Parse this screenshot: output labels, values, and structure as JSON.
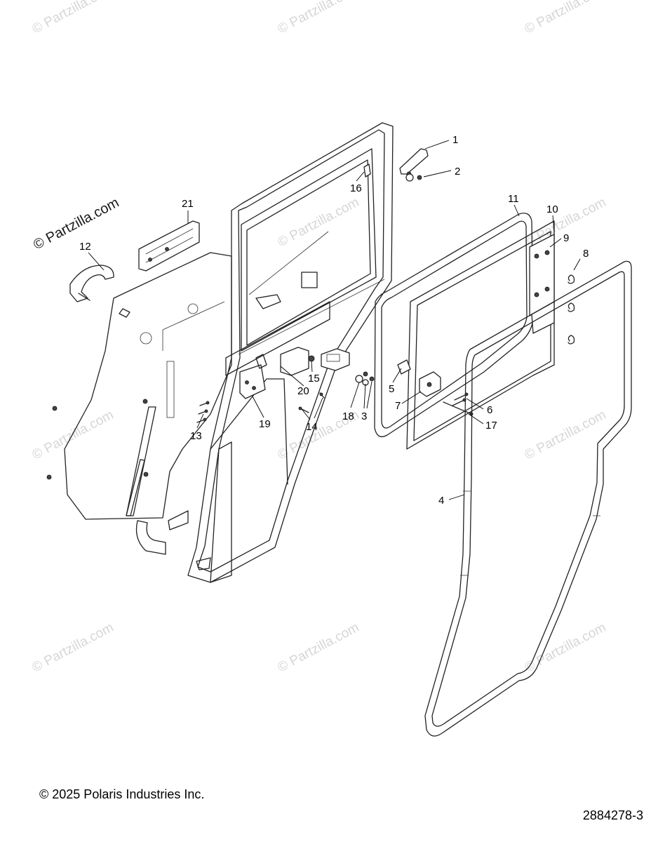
{
  "brand_mark": "© Partzilla.com",
  "watermark_text": "© Partzilla.com",
  "copyright": "© 2025 Polaris Industries Inc.",
  "document_number": "2884278-3",
  "callouts": [
    "1",
    "2",
    "3",
    "4",
    "5",
    "6",
    "7",
    "8",
    "9",
    "10",
    "11",
    "12",
    "13",
    "14",
    "15",
    "16",
    "17",
    "18",
    "19",
    "20",
    "21"
  ],
  "colors": {
    "line": "#222222",
    "watermark": "#d6d6d6",
    "background": "#ffffff"
  }
}
